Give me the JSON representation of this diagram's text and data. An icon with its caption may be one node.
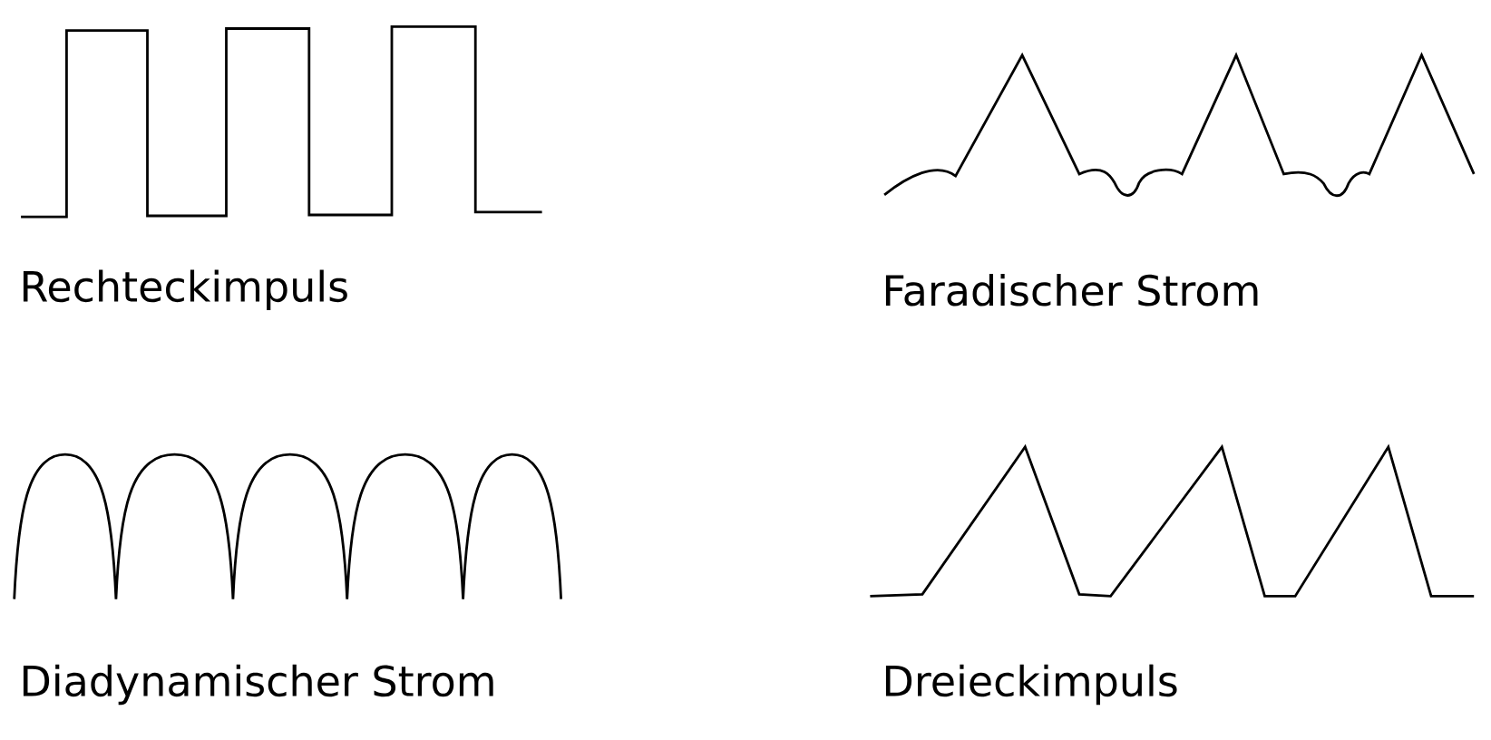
{
  "diagram": {
    "labels": [
      "Rechteckimpuls",
      "Faradischer Strom",
      "Diadynamischer Strom",
      "Dreieckimpuls"
    ]
  }
}
